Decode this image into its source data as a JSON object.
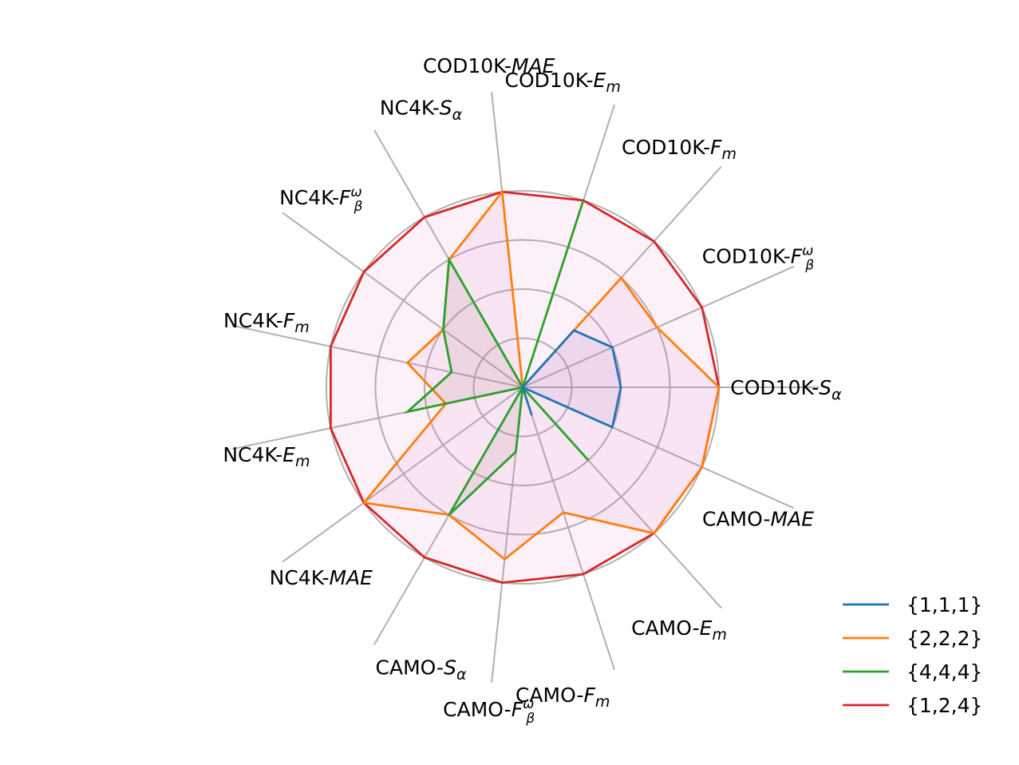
{
  "chart_data": {
    "type": "radar",
    "axes": [
      {
        "prefix": "COD10K-",
        "sym": "S",
        "sub": "α",
        "sup": ""
      },
      {
        "prefix": "COD10K-",
        "sym": "F",
        "sub": "β",
        "sup": "ω"
      },
      {
        "prefix": "COD10K-",
        "sym": "F",
        "sub": "m",
        "sup": ""
      },
      {
        "prefix": "COD10K-",
        "sym": "E",
        "sub": "m",
        "sup": ""
      },
      {
        "prefix": "COD10K-",
        "sym": "MAE",
        "sub": "",
        "sup": ""
      },
      {
        "prefix": "NC4K-",
        "sym": "S",
        "sub": "α",
        "sup": ""
      },
      {
        "prefix": "NC4K-",
        "sym": "F",
        "sub": "β",
        "sup": "ω"
      },
      {
        "prefix": "NC4K-",
        "sym": "F",
        "sub": "m",
        "sup": ""
      },
      {
        "prefix": "NC4K-",
        "sym": "E",
        "sub": "m",
        "sup": ""
      },
      {
        "prefix": "NC4K-",
        "sym": "MAE",
        "sub": "",
        "sup": ""
      },
      {
        "prefix": "CAMO-",
        "sym": "S",
        "sub": "α",
        "sup": ""
      },
      {
        "prefix": "CAMO-",
        "sym": "F",
        "sub": "β",
        "sup": "ω"
      },
      {
        "prefix": "CAMO-",
        "sym": "F",
        "sub": "m",
        "sup": ""
      },
      {
        "prefix": "CAMO-",
        "sym": "E",
        "sub": "m",
        "sup": ""
      },
      {
        "prefix": "CAMO-",
        "sym": "MAE",
        "sub": "",
        "sup": ""
      }
    ],
    "rmax": 1.0,
    "grid_rings": [
      0.25,
      0.5,
      0.75,
      1.0
    ],
    "grid": true,
    "legend_position": "bottom-right",
    "series": [
      {
        "name": "{1,1,1}",
        "color": "#1f77b4",
        "fill": "#9467bd",
        "values": [
          0.5,
          0.5,
          0.39,
          0.0,
          0.0,
          0.0,
          0.0,
          0.0,
          0.0,
          0.0,
          0.0,
          0.0,
          0.15,
          0.0,
          0.5
        ]
      },
      {
        "name": "{2,2,2}",
        "color": "#ff7f0e",
        "fill": "#e377c2",
        "values": [
          1.0,
          0.75,
          0.75,
          0.0,
          1.0,
          0.75,
          0.5,
          0.6,
          0.4,
          1.0,
          0.75,
          0.88,
          0.67,
          1.0,
          1.0
        ]
      },
      {
        "name": "{4,4,4}",
        "color": "#2ca02c",
        "fill": "#8c564b",
        "values": [
          0.0,
          0.0,
          0.0,
          1.0,
          0.0,
          0.75,
          0.5,
          0.37,
          0.6,
          0.0,
          0.75,
          0.33,
          0.0,
          0.5,
          0.0
        ]
      },
      {
        "name": "{1,2,4}",
        "color": "#d62728",
        "fill": "#e377c2",
        "values": [
          1.0,
          1.0,
          1.0,
          1.0,
          1.0,
          1.0,
          1.0,
          1.0,
          1.0,
          1.0,
          1.0,
          1.0,
          1.0,
          1.0,
          1.0
        ]
      }
    ]
  }
}
